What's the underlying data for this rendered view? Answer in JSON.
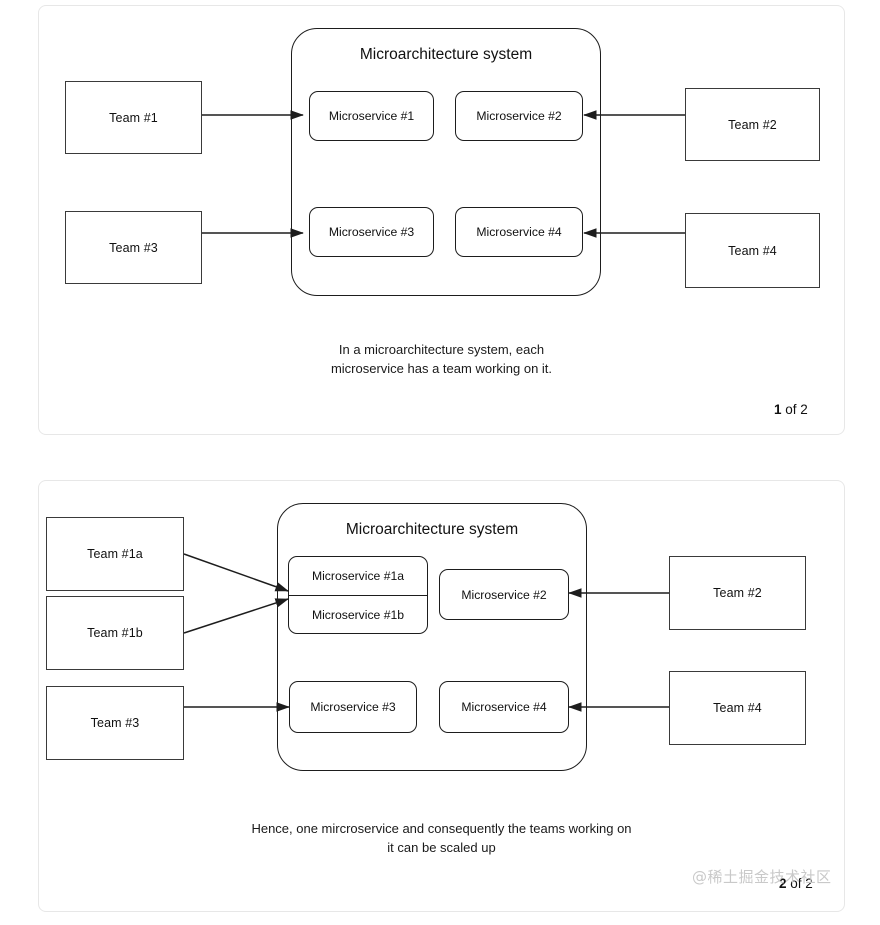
{
  "document": {
    "background_color": "#ffffff",
    "card_border_color": "#e7e7e7",
    "stroke_color": "#1d1d1d",
    "text_color": "#111111"
  },
  "watermark": {
    "text": "@稀土掘金技术社区",
    "color": "#c9c9c9"
  },
  "slides": [
    {
      "id": "slide-1",
      "system_title": "Microarchitecture system",
      "teams_left": [
        {
          "label": "Team #1"
        },
        {
          "label": "Team #3"
        }
      ],
      "teams_right": [
        {
          "label": "Team #2"
        },
        {
          "label": "Team #4"
        }
      ],
      "microservices": [
        {
          "label": "Microservice #1"
        },
        {
          "label": "Microservice #2"
        },
        {
          "label": "Microservice #3"
        },
        {
          "label": "Microservice #4"
        }
      ],
      "caption_line_1": "In a microarchitecture system, each",
      "caption_line_2": "microservice has a team working on it.",
      "pager_current": "1",
      "pager_rest": " of 2"
    },
    {
      "id": "slide-2",
      "system_title": "Microarchitecture system",
      "teams_left": [
        {
          "label": "Team #1a"
        },
        {
          "label": "Team #1b"
        },
        {
          "label": "Team #3"
        }
      ],
      "teams_right": [
        {
          "label": "Team #2"
        },
        {
          "label": "Team #4"
        }
      ],
      "microservices": [
        {
          "label": "Microservice #1a"
        },
        {
          "label": "Microservice #1b"
        },
        {
          "label": "Microservice #2"
        },
        {
          "label": "Microservice #3"
        },
        {
          "label": "Microservice #4"
        }
      ],
      "caption_line_1": "Hence, one mircroservice and consequently the teams working on",
      "caption_line_2": "it can be scaled up",
      "pager_current": "2",
      "pager_rest": " of 2"
    }
  ]
}
